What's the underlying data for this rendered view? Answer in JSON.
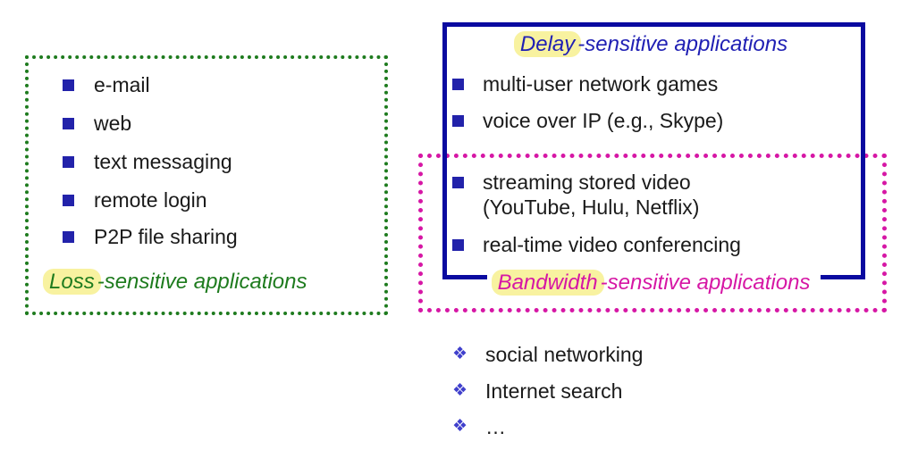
{
  "colors": {
    "green": "#1e7b1e",
    "blue_border": "#0a0aa0",
    "blue_text": "#2020b4",
    "magenta": "#d617a5",
    "bullet_navy": "#2222aa",
    "diamond_blue": "#4040cc",
    "highlight_yellow": "#f8f2a0"
  },
  "loss_box": {
    "items": [
      "e-mail",
      "web",
      "text messaging",
      "remote login",
      "P2P file sharing"
    ],
    "label": {
      "highlight": "Loss",
      "rest": "-sensitive applications"
    }
  },
  "delay_box": {
    "title": {
      "highlight": "Delay",
      "rest": "-sensitive applications"
    },
    "items": [
      "multi-user network games",
      "voice over IP (e.g., Skype)"
    ]
  },
  "bandwidth_box": {
    "items": [
      {
        "line1": "streaming stored video",
        "line2": "(YouTube, Hulu, Netflix)"
      },
      {
        "line1": "real-time video conferencing"
      }
    ],
    "label": {
      "highlight": "Bandwidth",
      "rest": "-sensitive applications"
    }
  },
  "other_list": {
    "bullet": "❖",
    "items": [
      "social networking",
      "Internet search",
      "…"
    ]
  }
}
